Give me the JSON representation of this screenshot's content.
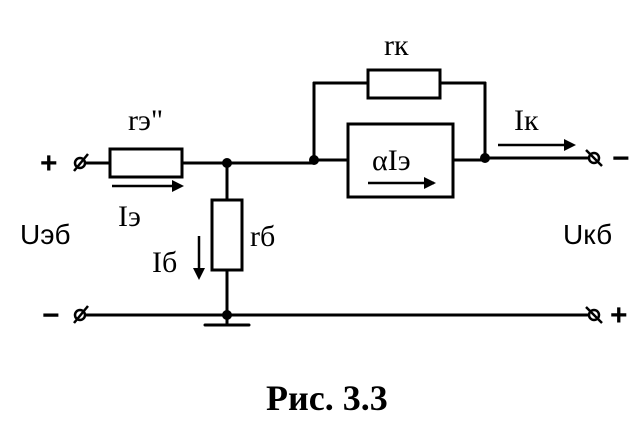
{
  "labels": {
    "r_e": "rэ\"",
    "r_k": "rк",
    "r_b": "rб",
    "i_e": "Iэ",
    "i_b": "Iб",
    "i_k": "Iк",
    "source": "αIэ",
    "u_eb": "Uэб",
    "u_kb": "Uкб"
  },
  "terminals": {
    "in_top": "+",
    "in_bottom": "−",
    "out_top": "−",
    "out_bottom": "+"
  },
  "caption": "Рис. 3.3"
}
